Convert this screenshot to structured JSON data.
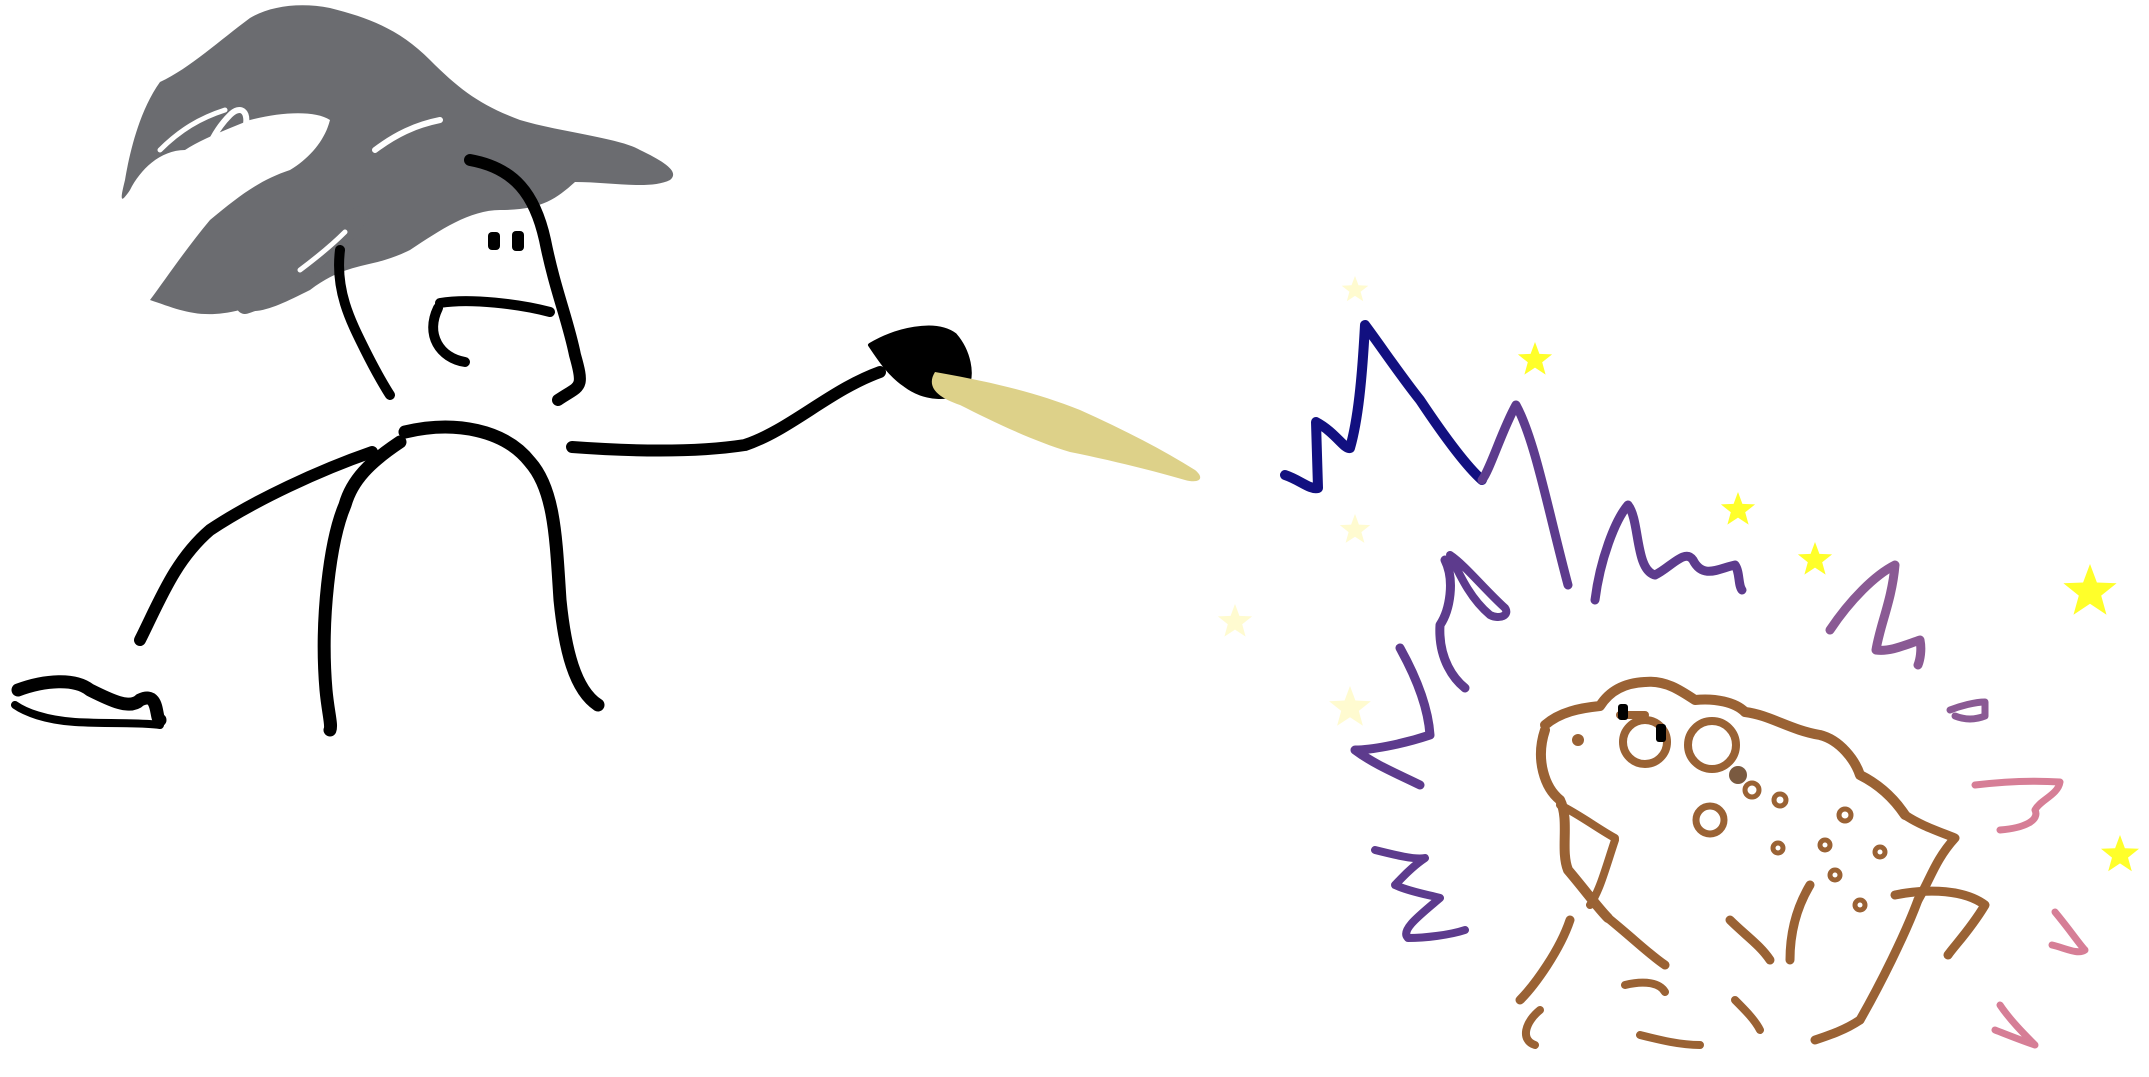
{
  "illustration": {
    "subjects": [
      "wizard-figure",
      "magic-wand",
      "magic-zigzags",
      "sparkle-stars",
      "toad"
    ],
    "colors": {
      "hat": "#6b6c70",
      "ink": "#000000",
      "wand": "#ddd189",
      "zigzag_dark": "#121080",
      "zigzag_mid": "#5d3b8d",
      "zigzag_light": "#8a5a94",
      "zigzag_pink": "#d67e96",
      "star_bright": "#ffff2a",
      "star_pale": "#fffbd0",
      "toad": "#9a6234"
    }
  }
}
